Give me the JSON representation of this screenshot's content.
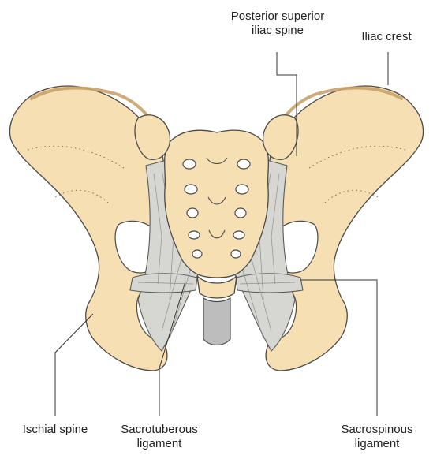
{
  "labels": {
    "posterior_superior_iliac_spine": [
      "Posterior superior",
      "iliac spine"
    ],
    "iliac_crest": "Iliac crest",
    "ischial_spine": "Ischial spine",
    "sacrotuberous_ligament": [
      "Sacrotuberous",
      "ligament"
    ],
    "sacrospinous_ligament": [
      "Sacrospinous",
      "ligament"
    ]
  },
  "colors": {
    "bone_fill": "#f6dfb2",
    "ligament_fill": "#d6d6d2",
    "coccyx_gray": "#bdbdbd",
    "outline": "#4a4a4a"
  }
}
